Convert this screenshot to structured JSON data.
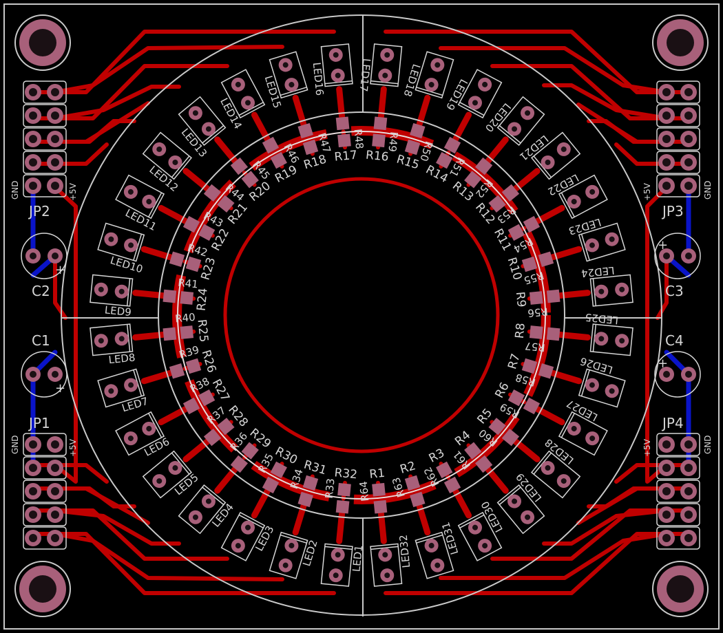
{
  "colors": {
    "background": "#000000",
    "trace": "#c00000",
    "trace_bottom": "#0a14c8",
    "pad": "#a8607a",
    "drill": "#1a1014",
    "outline": "#c9c9c9",
    "silk": "#d6d6d6"
  },
  "leds": [
    "LED1",
    "LED2",
    "LED3",
    "LED4",
    "LED5",
    "LED6",
    "LED7",
    "LED8",
    "LED9",
    "LED10",
    "LED11",
    "LED12",
    "LED13",
    "LED14",
    "LED15",
    "LED16",
    "LED17",
    "LED18",
    "LED19",
    "LED20",
    "LED21",
    "LED22",
    "LED23",
    "LED24",
    "LED25",
    "LED26",
    "LED27",
    "LED28",
    "LED29",
    "LED30",
    "LED31",
    "LED32"
  ],
  "resistors_inner": [
    "R1",
    "R2",
    "R3",
    "R4",
    "R5",
    "R6",
    "R7",
    "R8",
    "R9",
    "R10",
    "R11",
    "R12",
    "R13",
    "R14",
    "R15",
    "R16",
    "R17",
    "R18",
    "R19",
    "R20",
    "R21",
    "R22",
    "R23",
    "R24",
    "R25",
    "R26",
    "R27",
    "R28",
    "R29",
    "R30",
    "R31",
    "R32"
  ],
  "resistors_outer": [
    "R33",
    "R34",
    "R35",
    "R36",
    "R37",
    "R38",
    "R39",
    "R40",
    "R41",
    "R42",
    "R43",
    "R44",
    "R45",
    "R46",
    "R47",
    "R48",
    "R49",
    "R50",
    "R51",
    "R52",
    "R53",
    "R54",
    "R55",
    "R56",
    "R57",
    "R58",
    "R59",
    "R60",
    "R61",
    "R62",
    "R63",
    "R64"
  ],
  "connectors": {
    "jp1": "JP1",
    "jp2": "JP2",
    "jp3": "JP3",
    "jp4": "JP4"
  },
  "capacitors": {
    "c1": "C1",
    "c2": "C2",
    "c3": "C3",
    "c4": "C4"
  },
  "net_labels": {
    "gnd": "GND",
    "vcc": "+5V",
    "plus": "+"
  }
}
